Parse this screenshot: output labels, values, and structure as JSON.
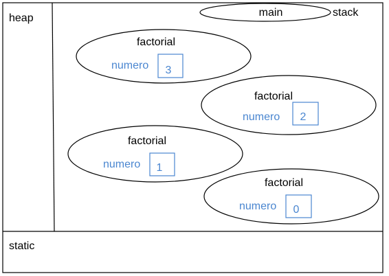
{
  "regions": {
    "heap": "heap",
    "stack": "stack",
    "static": "static"
  },
  "frames": {
    "main": "main",
    "f3": {
      "name": "factorial",
      "var": "numero",
      "value": "3"
    },
    "f2": {
      "name": "factorial",
      "var": "numero",
      "value": "2"
    },
    "f1": {
      "name": "factorial",
      "var": "numero",
      "value": "1"
    },
    "f0": {
      "name": "factorial",
      "var": "numero",
      "value": "0"
    }
  }
}
